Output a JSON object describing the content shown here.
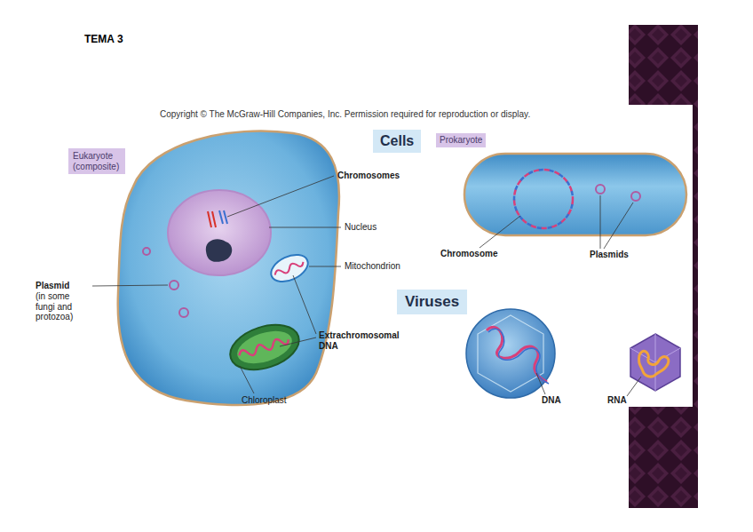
{
  "diagram": {
    "title": "TEMA 3",
    "nodes": [
      {
        "text": [
          "Cells"
        ]
      },
      {
        "text": [
          "Eukaryote (composite)"
        ]
      },
      {
        "text": [
          "Prokaryote"
        ]
      },
      {
        "text": [
          "Viruses"
        ]
      }
    ],
    "labels": [
      "Copyright © The McGraw-Hill Companies, Inc. Permission required for reproduction or display.",
      "Chromosomes",
      "Nucleus",
      "Mitochondrion",
      "Plasmid",
      "(in some fungi and protozoa)",
      "Extrachromosomal DNA",
      "Chloroplast",
      "Chromosome",
      "Plasmids",
      "DNA",
      "RNA"
    ]
  }
}
